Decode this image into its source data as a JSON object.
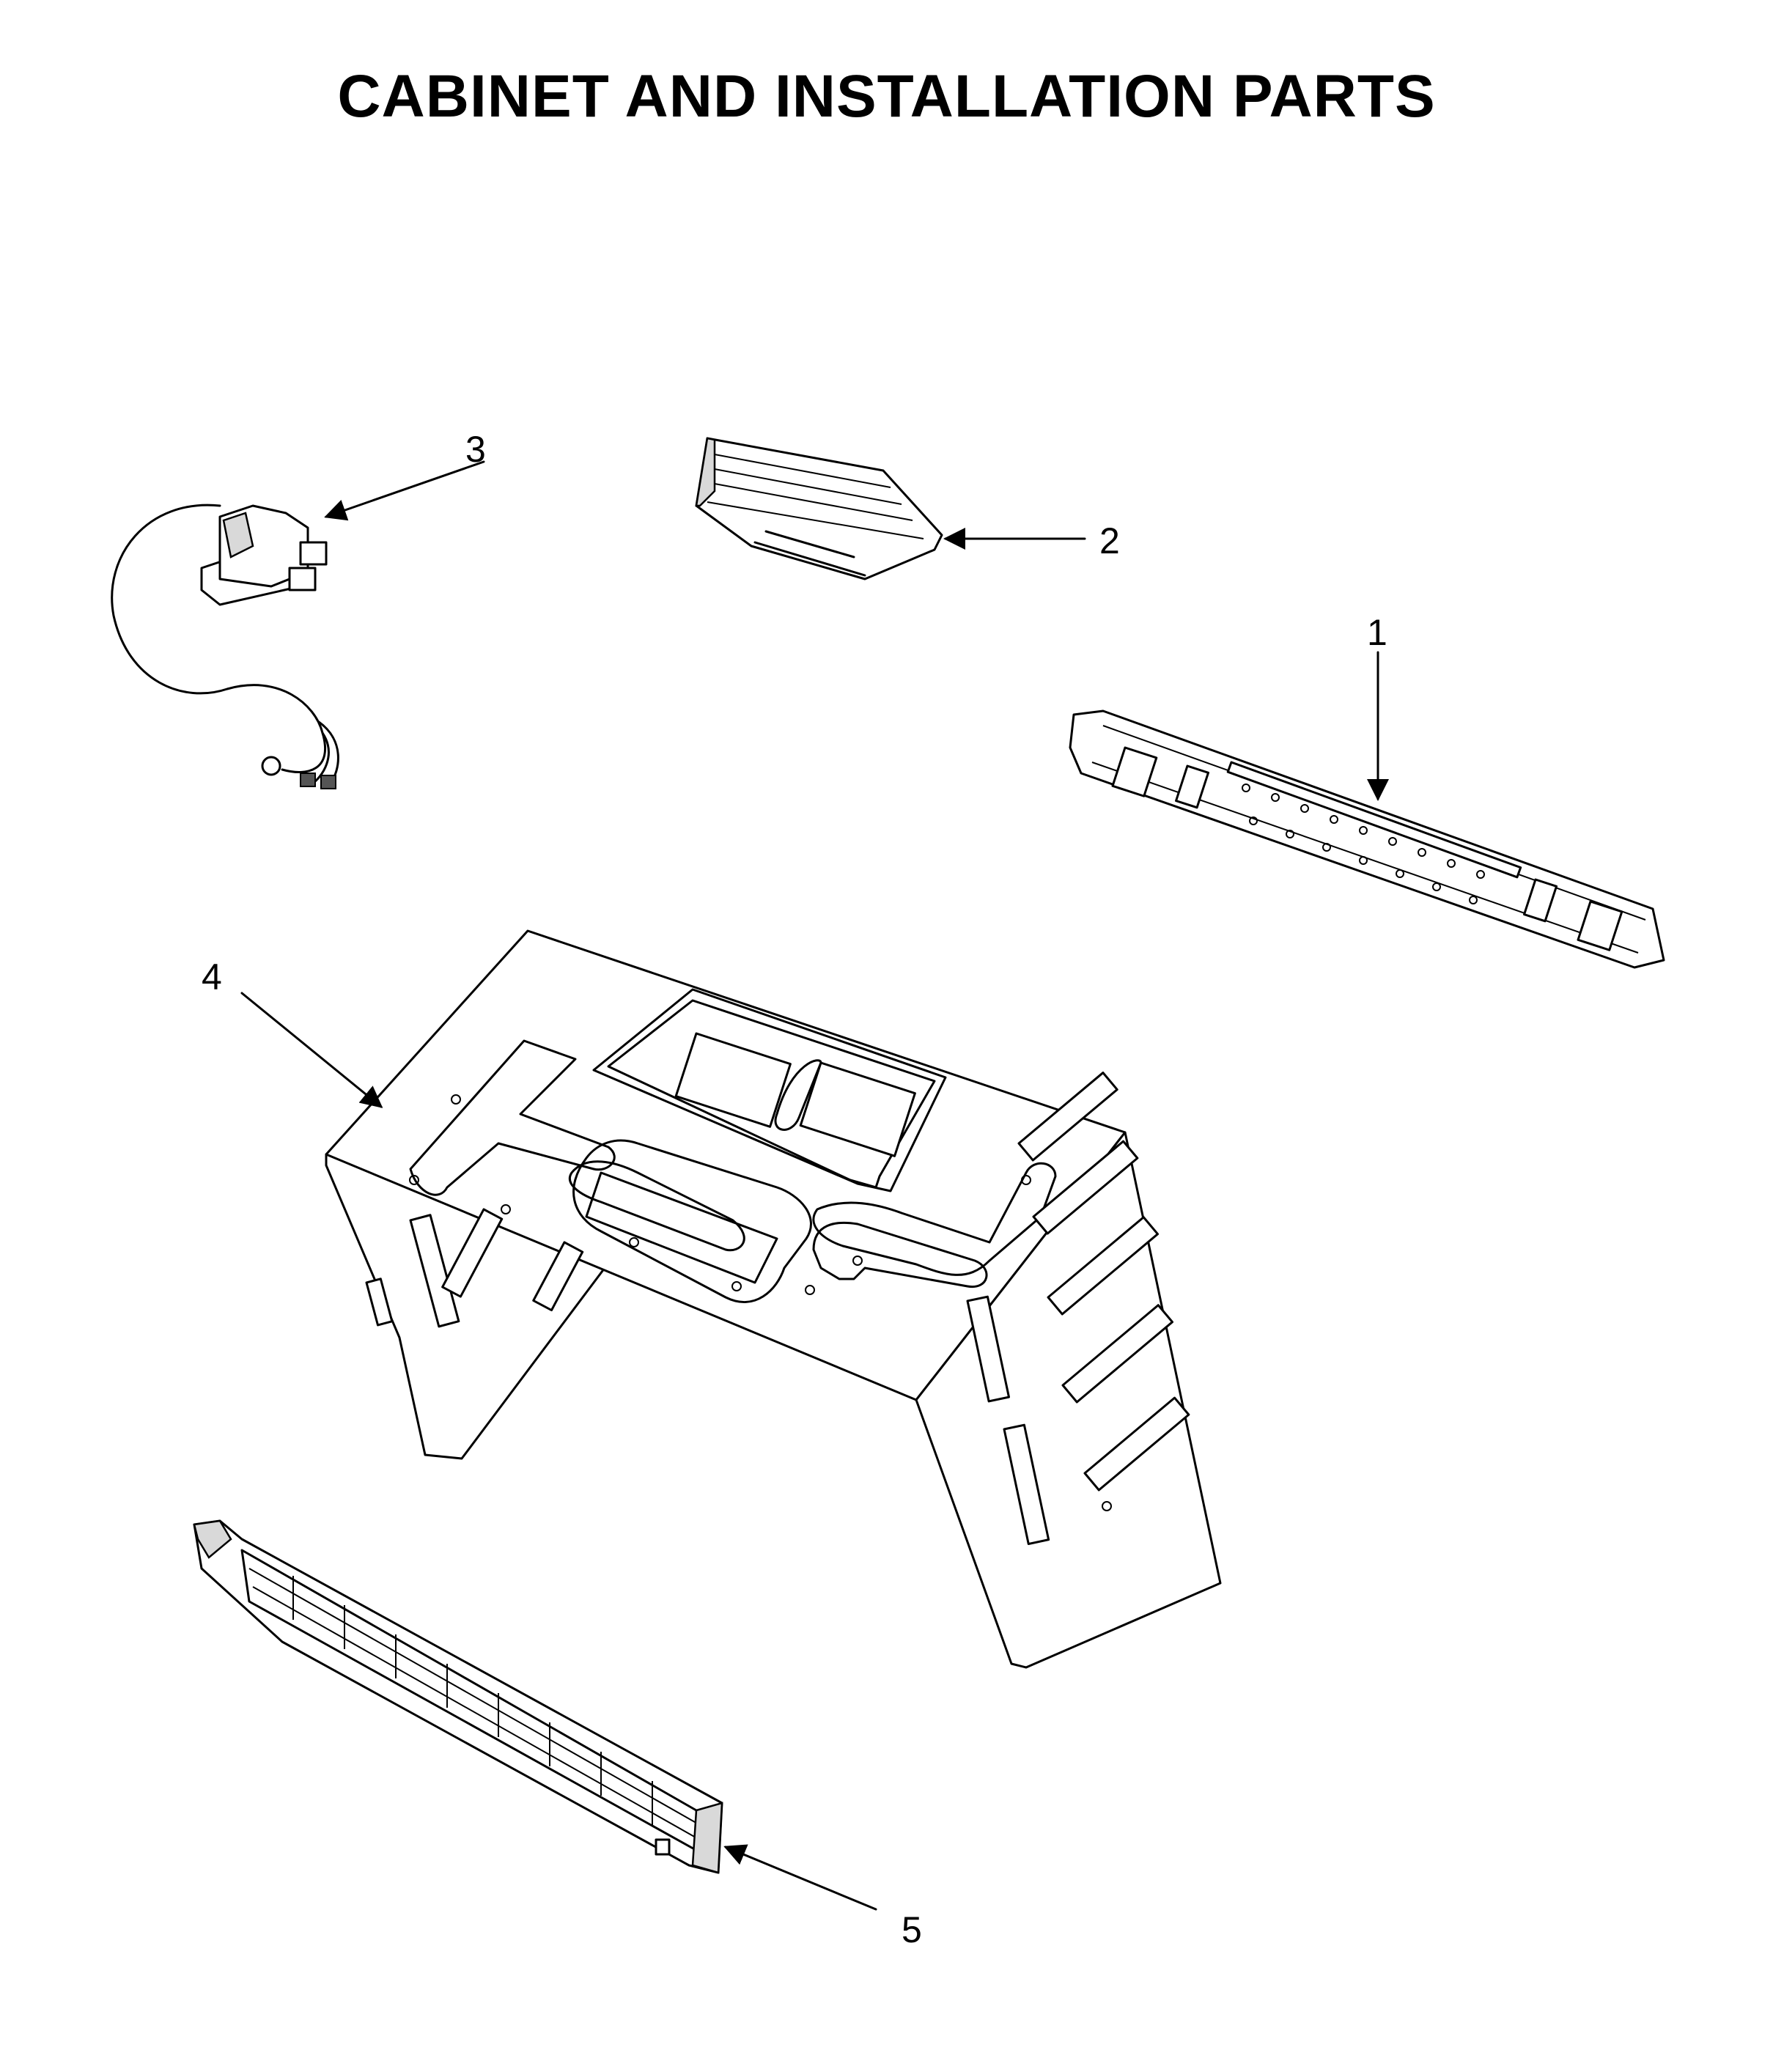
{
  "title": "CABINET AND INSTALLATION PARTS",
  "callouts": [
    {
      "id": "1",
      "label": "1"
    },
    {
      "id": "2",
      "label": "2"
    },
    {
      "id": "3",
      "label": "3"
    },
    {
      "id": "4",
      "label": "4"
    },
    {
      "id": "5",
      "label": "5"
    }
  ],
  "colors": {
    "line": "#000000",
    "background": "#ffffff",
    "shade": "#d9d9d9"
  }
}
